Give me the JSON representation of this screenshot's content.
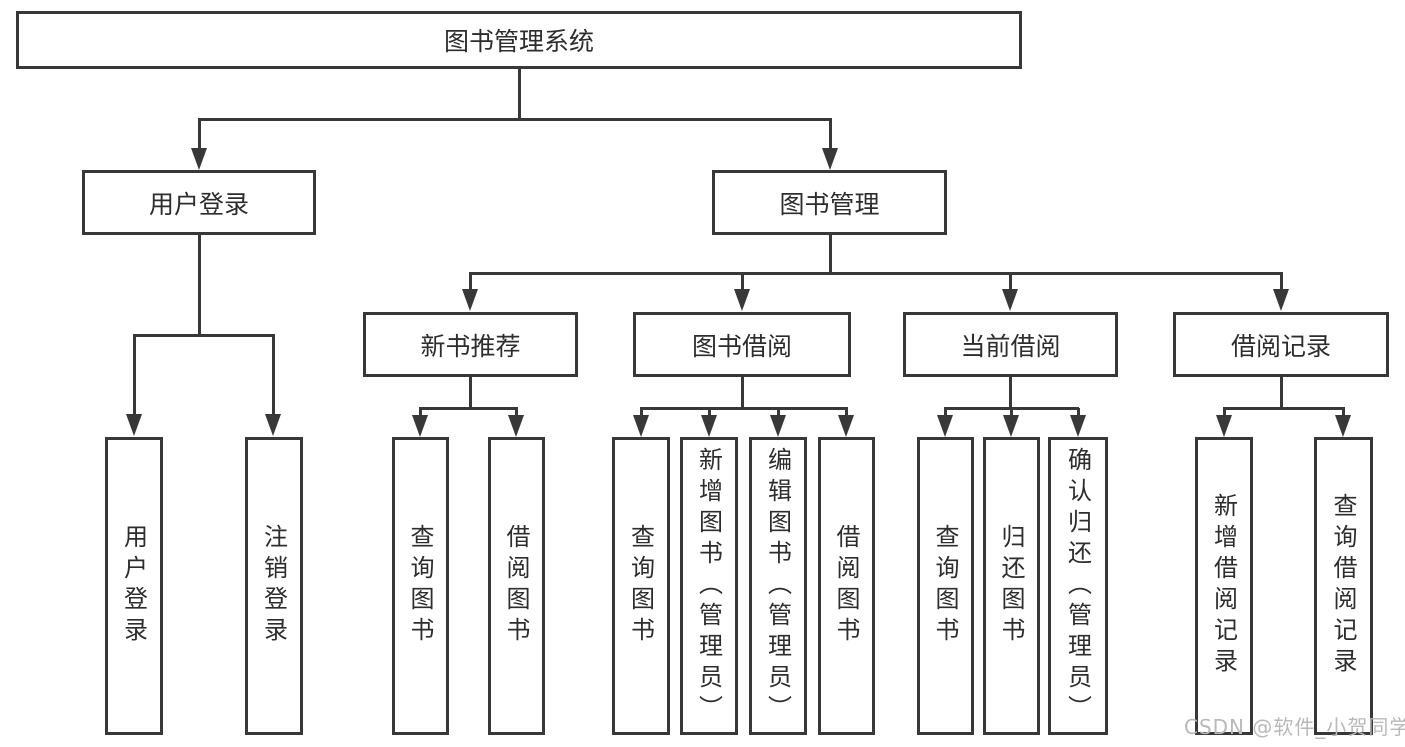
{
  "diagram": {
    "type": "hierarchy-tree",
    "title": "图书管理系统",
    "watermark": "CSDN @软件_小贺同学",
    "colors": {
      "background": "#ffffff",
      "line": "#383838",
      "box_border": "#383838",
      "text": "#2d2d2d",
      "watermark": "#b9b9b9"
    }
  },
  "tree": {
    "label": "图书管理系统",
    "children": [
      {
        "label": "用户登录",
        "children": [
          {
            "label": "用户登录"
          },
          {
            "label": "注销登录"
          }
        ]
      },
      {
        "label": "图书管理",
        "children": [
          {
            "label": "新书推荐",
            "children": [
              {
                "label": "查询图书"
              },
              {
                "label": "借阅图书"
              }
            ]
          },
          {
            "label": "图书借阅",
            "children": [
              {
                "label": "查询图书"
              },
              {
                "label": "新增图书（管理员）"
              },
              {
                "label": "编辑图书（管理员）"
              },
              {
                "label": "借阅图书"
              }
            ]
          },
          {
            "label": "当前借阅",
            "children": [
              {
                "label": "查询图书"
              },
              {
                "label": "归还图书"
              },
              {
                "label": "确认归还（管理员）"
              }
            ]
          },
          {
            "label": "借阅记录",
            "children": [
              {
                "label": "新增借阅记录"
              },
              {
                "label": "查询借阅记录"
              }
            ]
          }
        ]
      }
    ]
  }
}
